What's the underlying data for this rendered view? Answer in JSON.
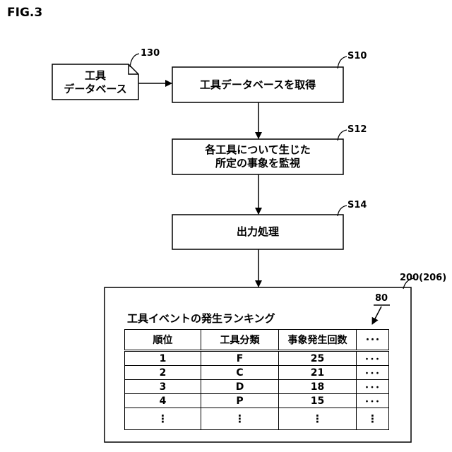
{
  "figure_label": "FIG.3",
  "database": {
    "ref": "130",
    "line1": "工具",
    "line2": "データベース"
  },
  "steps": [
    {
      "ref": "S10",
      "lines": [
        "工具データベースを取得"
      ]
    },
    {
      "ref": "S12",
      "lines": [
        "各工具について生じた",
        "所定の事象を監視"
      ]
    },
    {
      "ref": "S14",
      "lines": [
        "出力処理"
      ]
    }
  ],
  "screen": {
    "ref": "200(206)",
    "table_ref": "80",
    "title": "工具イベントの発生ランキング",
    "columns": [
      "順位",
      "工具分類",
      "事象発生回数",
      "･･･"
    ],
    "rows": [
      [
        "1",
        "F",
        "25",
        "･･･"
      ],
      [
        "2",
        "C",
        "21",
        "･･･"
      ],
      [
        "3",
        "D",
        "18",
        "･･･"
      ],
      [
        "4",
        "P",
        "15",
        "･･･"
      ]
    ],
    "ellipsis_vertical": "⋮"
  }
}
